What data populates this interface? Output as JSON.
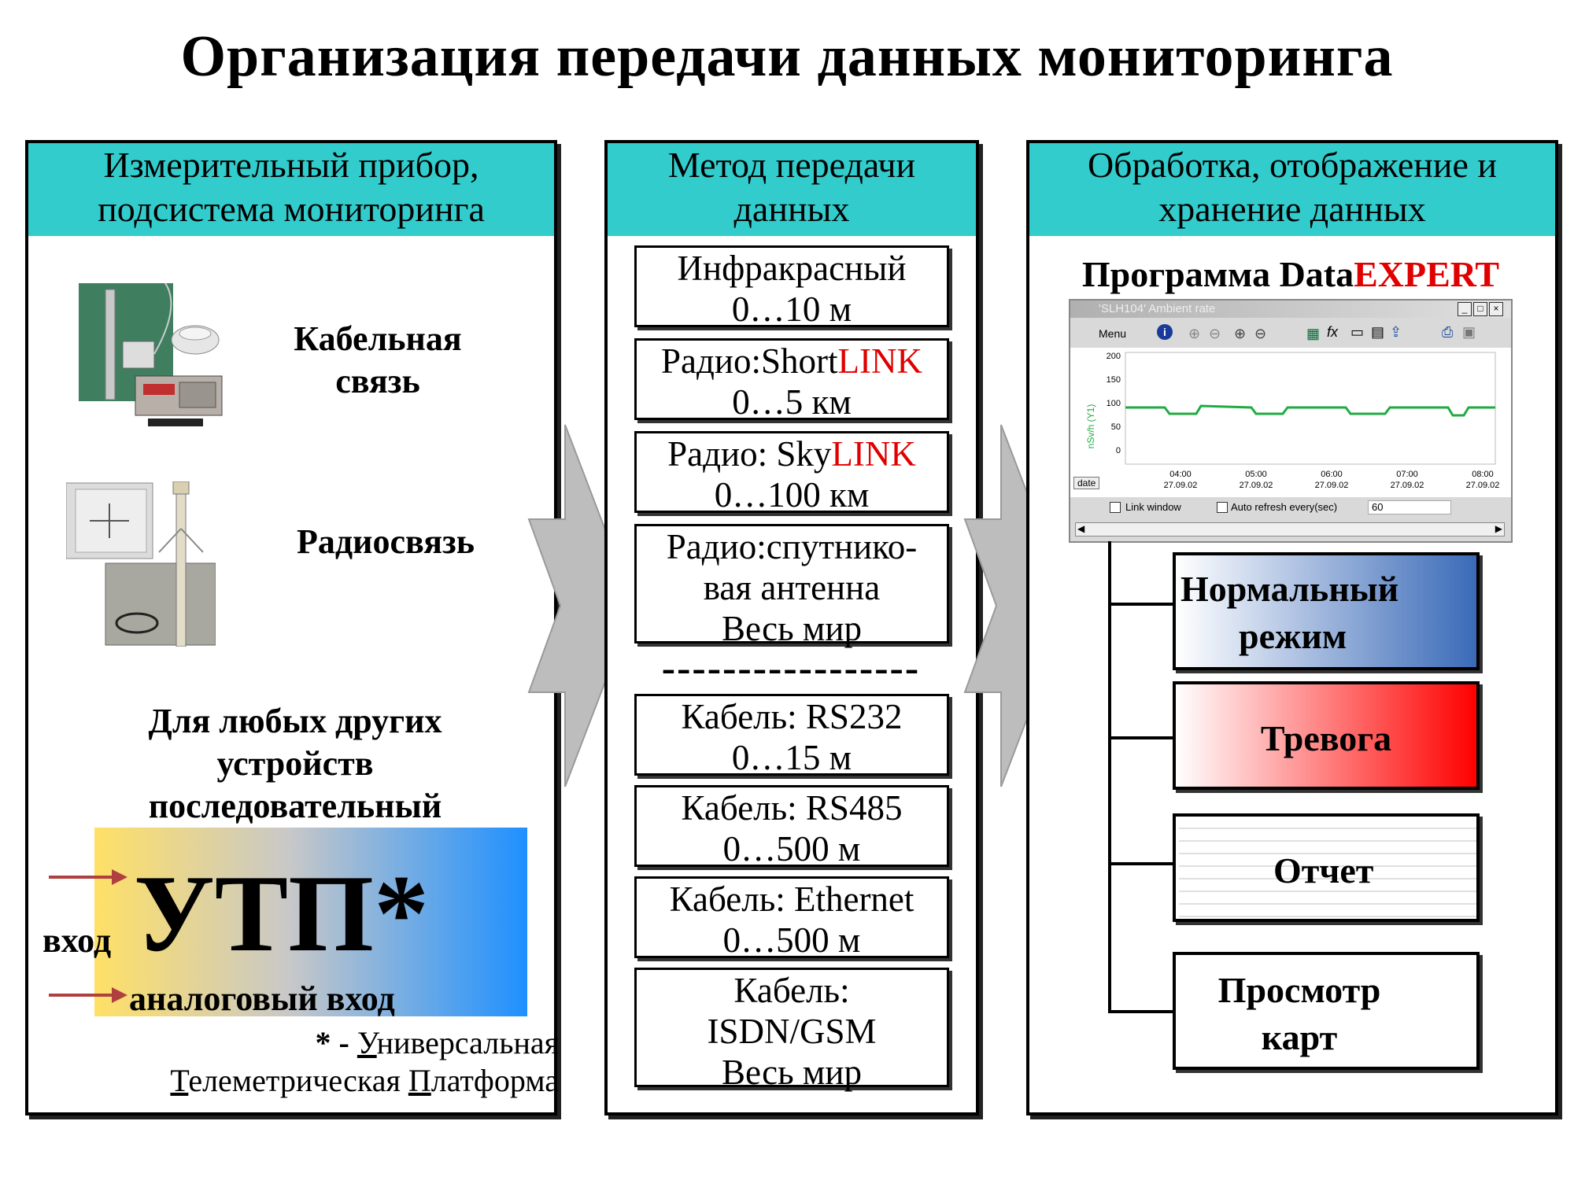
{
  "title": "Организация передачи данных мониторинга",
  "col1": {
    "header_line1": "Измерительный прибор,",
    "header_line2": "подсистема мониторинга",
    "cable_line1": "Кабельная",
    "cable_line2": "связь",
    "radio": "Радиосвязь",
    "other_line1": "Для любых других",
    "other_line2": "устройств",
    "other_line3": "последовательный",
    "utp": "УТП*",
    "input": "вход",
    "analog": "аналоговый вход",
    "note_star": "* -",
    "note_u": "У",
    "note_rest1": "ниверсальная",
    "note_t": "Т",
    "note_rest2": "елеметрическая",
    "note_p": "П",
    "note_rest3": "латформа"
  },
  "col2": {
    "header_line1": "Метод передачи",
    "header_line2": "данных",
    "ir_line1": "Инфракрасный",
    "ir_line2": "0…10 м",
    "short_a": "Радио:Short",
    "short_b": "LINK",
    "short_line2": "0…5 км",
    "sky_a": "Радио: Sky",
    "sky_b": "LINK",
    "sky_line2": "0…100 км",
    "sat_line1": "Радио:спутнико-",
    "sat_line2": "вая антенна",
    "sat_line3": "Весь мир",
    "dashes": "-----------------",
    "rs232_line1": "Кабель: RS232",
    "rs232_line2": "0…15 м",
    "rs485_line1": "Кабель: RS485",
    "rs485_line2": "0…500 м",
    "eth_line1": "Кабель: Ethernet",
    "eth_line2": "0…500 м",
    "isdn_line1": "Кабель:",
    "isdn_line2": "ISDN/GSM",
    "isdn_line3": "Весь мир"
  },
  "col3": {
    "header_line1": "Обработка, отображение и",
    "header_line2": "хранение данных",
    "program_a": "Программа Data",
    "program_b": "EXPERT",
    "window_title": "'SLH104' Ambient rate",
    "menu_label": "Menu",
    "y_ticks": [
      "200",
      "150",
      "100",
      "50",
      "0"
    ],
    "y_axis_label": "nSv/h (Y1)",
    "x_ticks": [
      {
        "time": "04:00",
        "date": "27.09.02"
      },
      {
        "time": "05:00",
        "date": "27.09.02"
      },
      {
        "time": "06:00",
        "date": "27.09.02"
      },
      {
        "time": "07:00",
        "date": "27.09.02"
      },
      {
        "time": "08:00",
        "date": "27.09.02"
      }
    ],
    "date_tab": "date",
    "link_window": "Link window",
    "auto_refresh": "Auto refresh every(sec)",
    "refresh_value": "60",
    "normal_line1": "Нормальный",
    "normal_line2": "режим",
    "alarm": "Тревога",
    "report": "Отчет",
    "maps_line1": "Просмотр",
    "maps_line2": "карт"
  },
  "colors": {
    "header_bg": "#33cccc",
    "highlight_red": "#e00000",
    "normal_gradient_end": "#3a6ab8",
    "alarm_gradient_end": "#ff0000",
    "utp_gradient_start": "#ffe066",
    "utp_gradient_end": "#1e90ff",
    "arrow_gray": "#bdbdbd",
    "chart_line": "#22aa44"
  }
}
